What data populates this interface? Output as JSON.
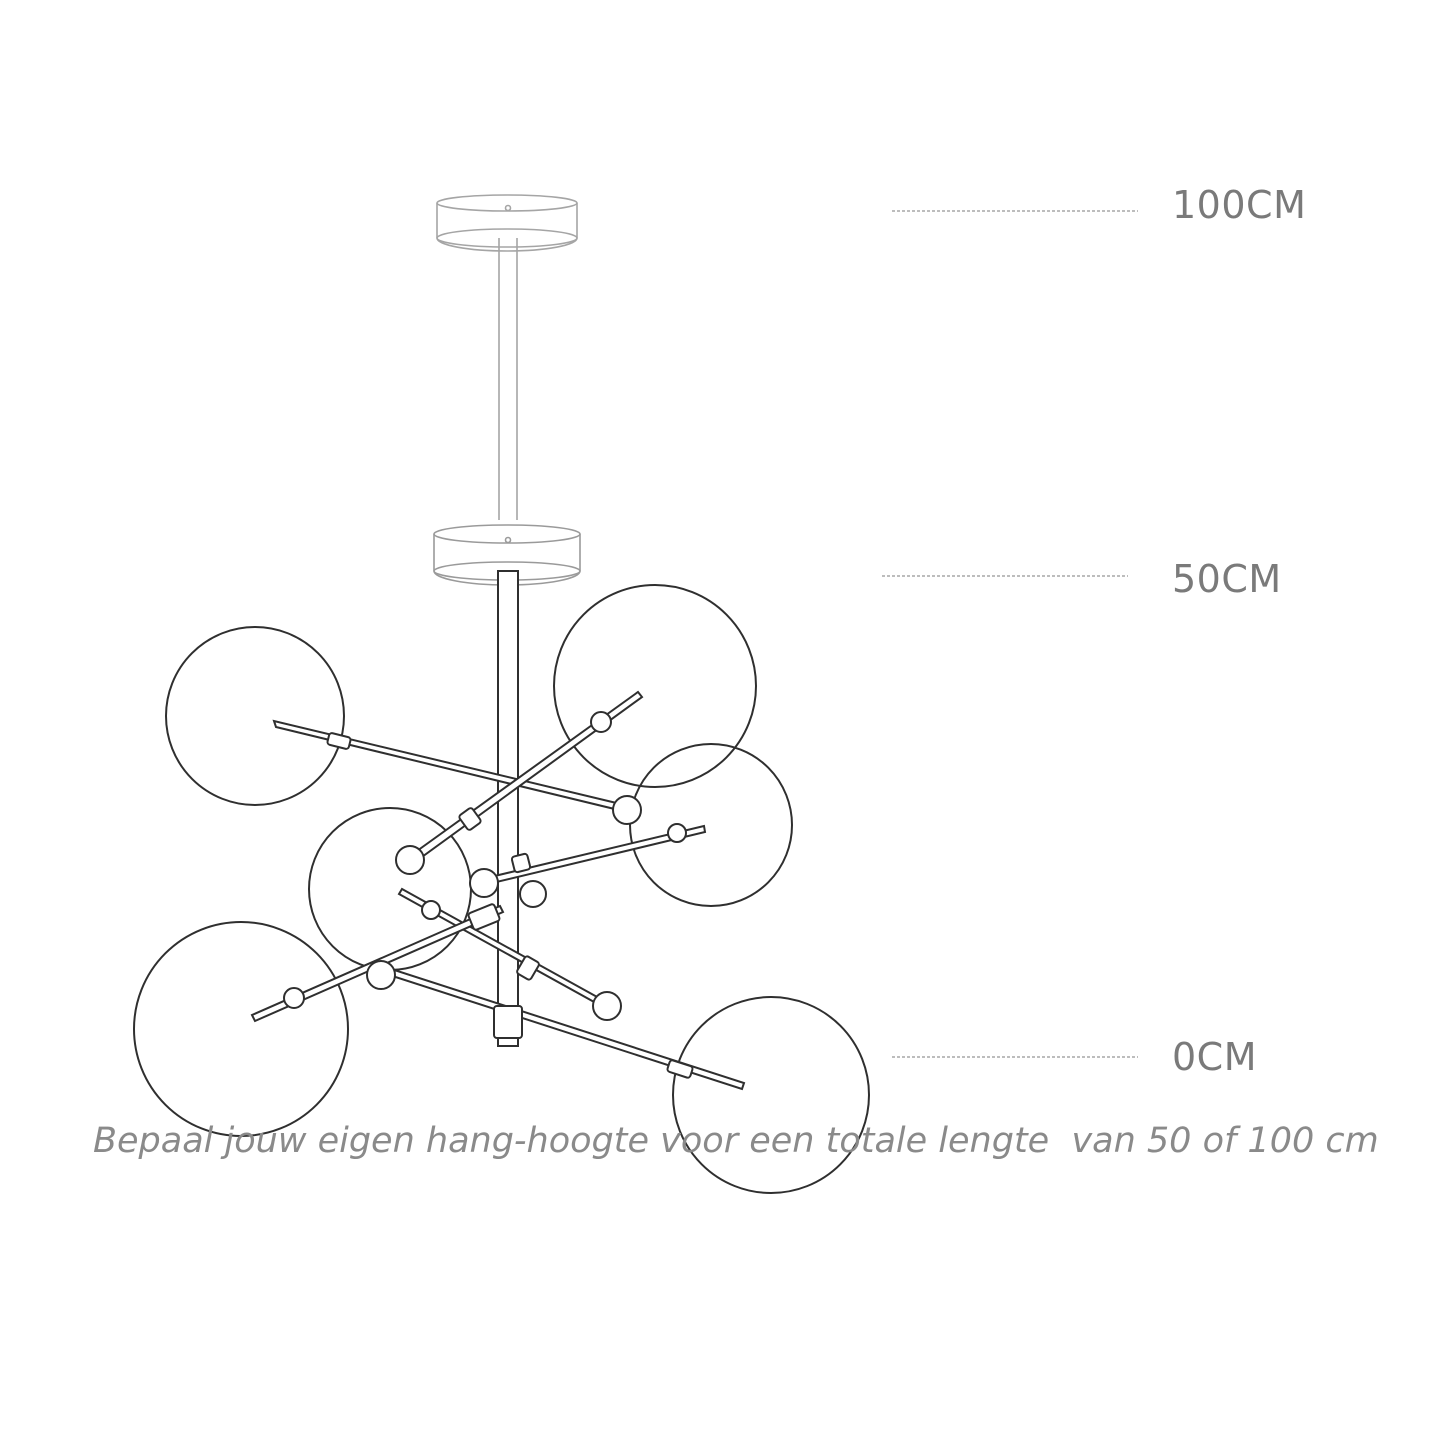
{
  "height_marks": [
    {
      "label": "100CM"
    },
    {
      "label": "50CM"
    },
    {
      "label": "0CM"
    }
  ],
  "caption": "Bepaal jouw eigen hang-hoogte voor een totale lengte  van 50 of 100 cm",
  "colors": {
    "drawing_stroke": "#2f2f2f",
    "faded_stroke": "#9a9a9a",
    "guide_line": "#bdbdbd",
    "label_text": "#7a7a7a",
    "caption_text": "#8a8a8a"
  }
}
